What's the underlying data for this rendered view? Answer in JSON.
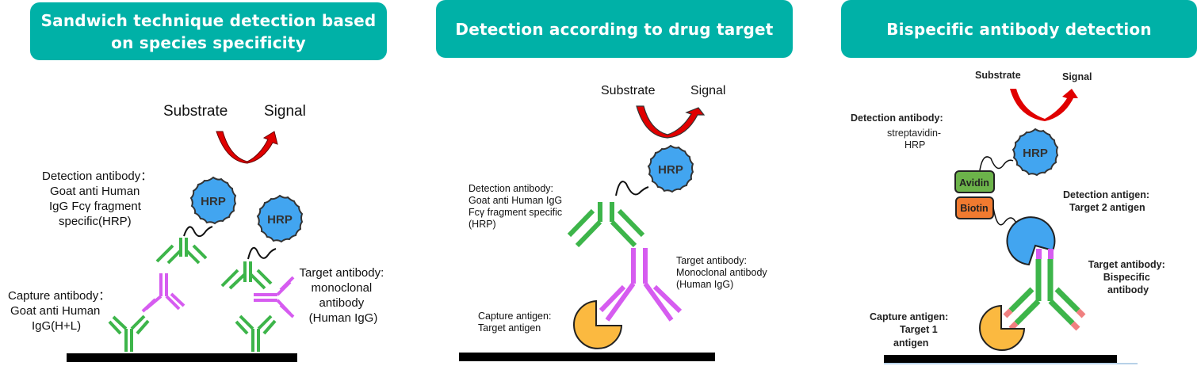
{
  "panels": [
    {
      "title_line1": "Sandwich technique detection based",
      "title_line2": "on species specificity",
      "substrate": "Substrate",
      "signal": "Signal",
      "hrp_labels": [
        "HRP",
        "HRP"
      ],
      "detection_antibody": [
        "Detection antibody：",
        "Goat anti Human",
        "IgG Fcγ fragment",
        "specific(HRP)"
      ],
      "capture_antibody": [
        "Capture antibody：",
        "Goat anti Human",
        "IgG(H+L)"
      ],
      "target_antibody": [
        "Target antibody:",
        "monoclonal",
        "antibody",
        "(Human IgG)"
      ]
    },
    {
      "title": "Detection according to drug target",
      "substrate": "Substrate",
      "signal": "Signal",
      "hrp_label": "HRP",
      "detection_antibody": [
        "Detection antibody:",
        "Goat anti Human IgG",
        "Fcγ fragment specific",
        "(HRP)"
      ],
      "target_antibody": [
        "Target antibody:",
        "Monoclonal antibody",
        "(Human IgG)"
      ],
      "capture_antigen": [
        "Capture antigen:",
        "Target antigen"
      ]
    },
    {
      "title": "Bispecific antibody detection",
      "substrate": "Substrate",
      "signal": "Signal",
      "hrp_label": "HRP",
      "avidin_label": "Avidin",
      "biotin_label": "Biotin",
      "detection_antibody": [
        "Detection antibody:",
        "streptavidin-",
        "HRP"
      ],
      "detection_antigen": [
        "Detection antigen:",
        "Target 2 antigen"
      ],
      "target_antibody": [
        "Target antibody:",
        "Bispecific",
        "antibody"
      ],
      "capture_antigen": [
        "Capture antigen:",
        "Target 1",
        "antigen"
      ]
    }
  ],
  "colors": {
    "header_teal": "#00b1a7",
    "antibody_green": "#3db54a",
    "antibody_magenta": "#d65cf0",
    "hrp_blue": "#42a5f0",
    "antigen_orange": "#fbb940",
    "arrow_red": "#e00000",
    "avidin_green": "#6cb34a",
    "biotin_orange": "#f07a30",
    "tip_pink": "#f08080",
    "plate_black": "#000000"
  }
}
